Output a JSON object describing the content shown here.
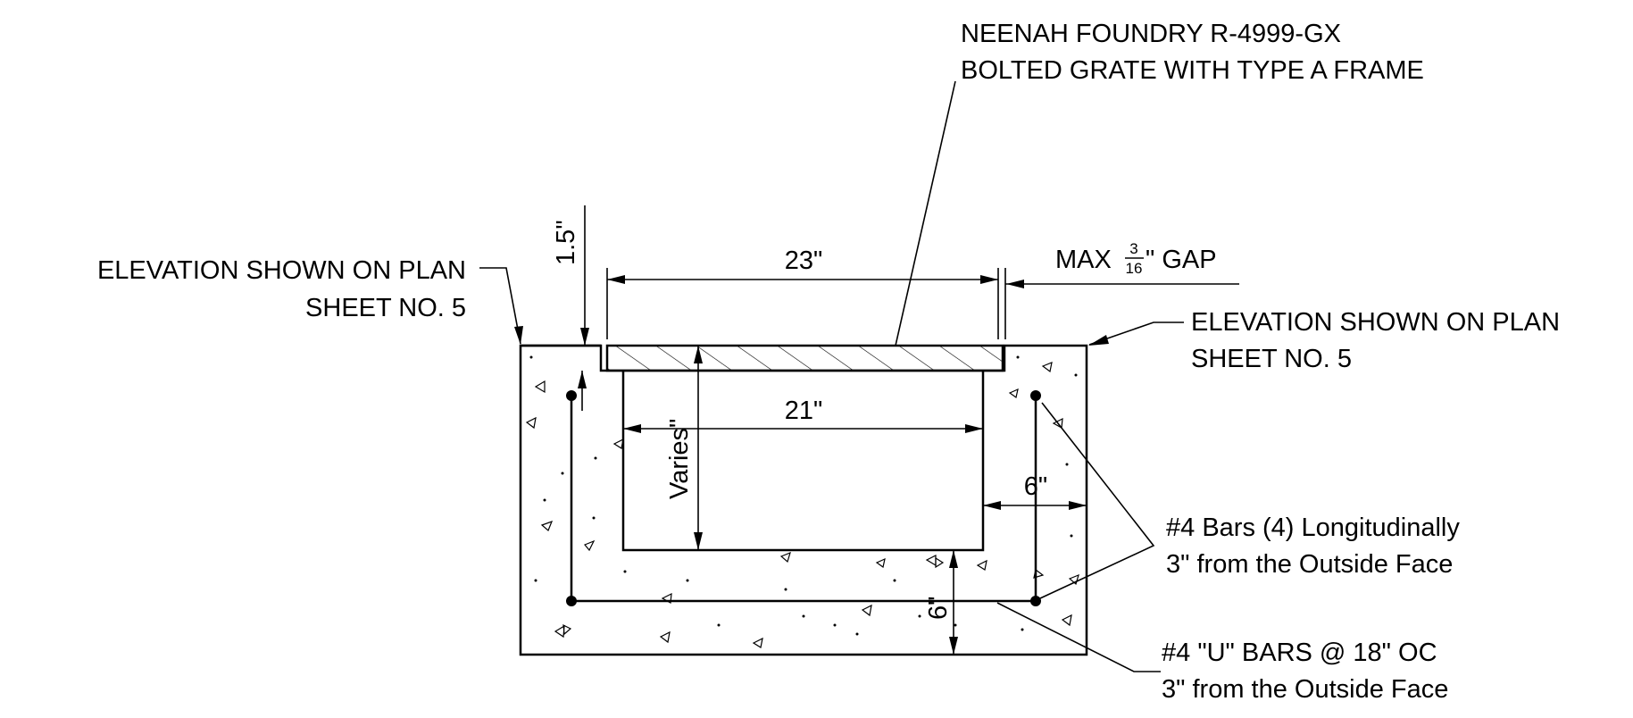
{
  "callouts": {
    "grate_line1": "NEENAH FOUNDRY R-4999-GX",
    "grate_line2": "BOLTED GRATE WITH TYPE A FRAME",
    "elev_left_line1": "ELEVATION SHOWN ON PLAN",
    "elev_left_line2": "SHEET NO.  5",
    "elev_right_line1": "ELEVATION SHOWN ON PLAN",
    "elev_right_line2": "SHEET NO.  5",
    "long_bars_line1": "#4 Bars (4) Longitudinally",
    "long_bars_line2": "3\" from the Outside Face",
    "u_bars_line1": "#4 \"U\" BARS @ 18\" OC",
    "u_bars_line2": "3\" from the Outside Face"
  },
  "dimensions": {
    "top_recess": "1.5\"",
    "grate_width": "23\"",
    "gap_prefix": "MAX ",
    "gap_num": "3",
    "gap_den": "16",
    "gap_suffix": "\" GAP",
    "channel_width": "21\"",
    "depth": "Varies\"",
    "wall_thickness": "6\"",
    "base_thickness": "6\""
  }
}
